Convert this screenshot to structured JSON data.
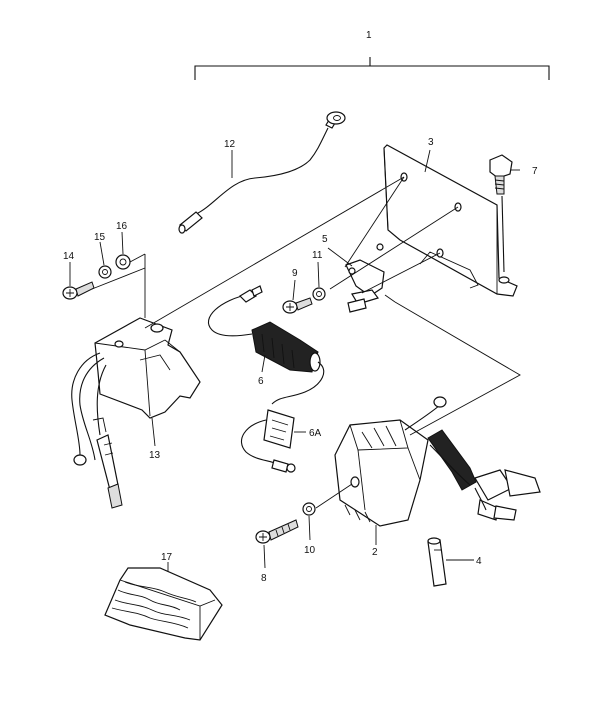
{
  "parts": [
    {
      "id": "p1",
      "number": "1"
    },
    {
      "id": "p2",
      "number": "2"
    },
    {
      "id": "p3",
      "number": "3"
    },
    {
      "id": "p4",
      "number": "4"
    },
    {
      "id": "p5",
      "number": "5"
    },
    {
      "id": "p6",
      "number": "6"
    },
    {
      "id": "p6a",
      "number": "6A"
    },
    {
      "id": "p7",
      "number": "7"
    },
    {
      "id": "p8",
      "number": "8"
    },
    {
      "id": "p9",
      "number": "9"
    },
    {
      "id": "p10",
      "number": "10"
    },
    {
      "id": "p11",
      "number": "11"
    },
    {
      "id": "p12",
      "number": "12"
    },
    {
      "id": "p13",
      "number": "13"
    },
    {
      "id": "p14",
      "number": "14"
    },
    {
      "id": "p15",
      "number": "15"
    },
    {
      "id": "p16",
      "number": "16"
    },
    {
      "id": "p17",
      "number": "17"
    }
  ]
}
